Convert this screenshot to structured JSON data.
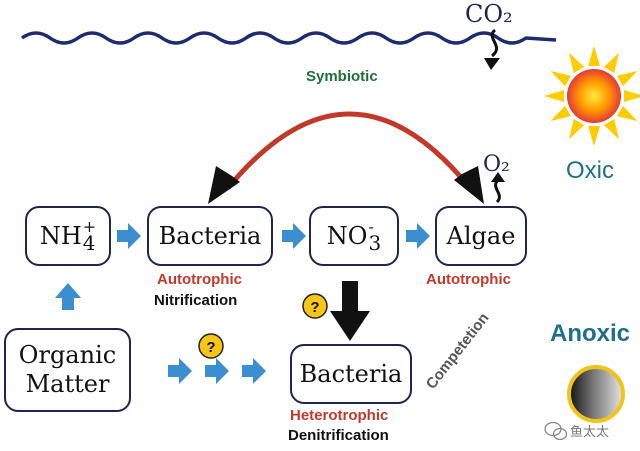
{
  "surface": {
    "co2": "CO₂",
    "o2": "O₂"
  },
  "top_arrow": {
    "label": "Symbiotic",
    "color": "#c0392b"
  },
  "zones": {
    "oxic": "Oxic",
    "anoxic": "Anoxic",
    "label_color": "#1f6f8b"
  },
  "nodes": {
    "ammonium": {
      "base": "NH",
      "sup": "+",
      "sub": "4"
    },
    "bacteria_auto": "Bacteria",
    "nitrate": {
      "base": "NO",
      "sup": "-",
      "sub": "3"
    },
    "algae": "Algae",
    "organic_matter": "Organic Matter",
    "bacteria_hetero": "Bacteria"
  },
  "labels": {
    "bacteria_auto_type": "Autotrophic",
    "bacteria_auto_process": "Nitrification",
    "algae_type": "Autotrophic",
    "bacteria_hetero_type": "Heterotrophic",
    "bacteria_hetero_process": "Denitrification",
    "competition": "Competetion",
    "question_1": "?",
    "question_2": "?"
  },
  "watermark": "鱼太太",
  "colors": {
    "flow_arrow": "#3b8fd0",
    "node_border": "#1e2550",
    "type_label": "#c0392b"
  }
}
